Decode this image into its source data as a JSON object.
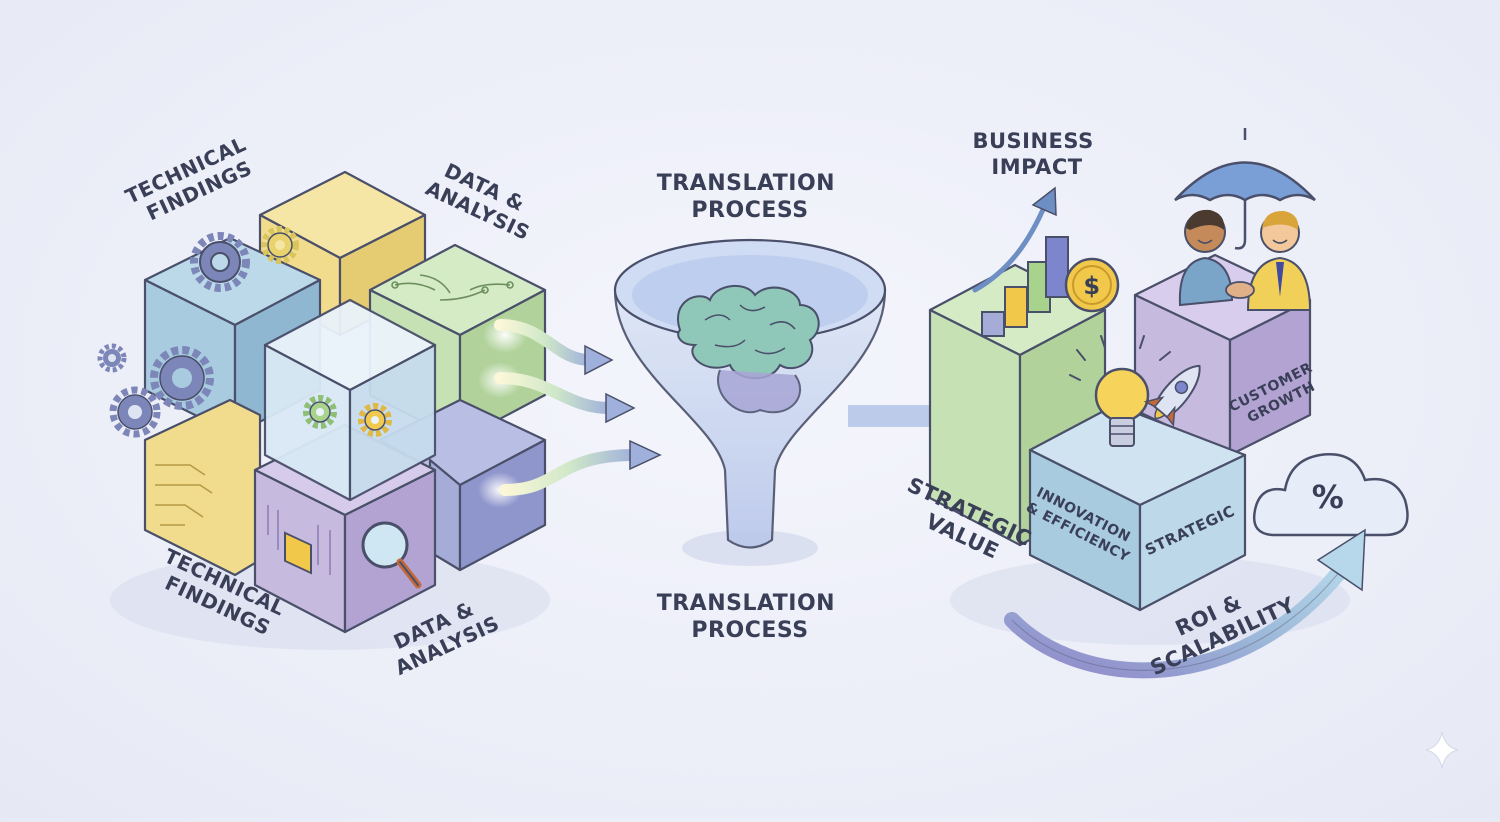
{
  "left": {
    "technical_findings_top": [
      "TECHNICAL",
      "FINDINGS"
    ],
    "data_analysis_top": [
      "DATA &",
      "ANALYSIS"
    ],
    "technical_findings_bottom": [
      "TECHNICAL",
      "FINDINGS"
    ],
    "data_analysis_bottom": [
      "DATA &",
      "ANALYSIS"
    ]
  },
  "middle": {
    "translation_top": [
      "TRANSLATION",
      "PROCESS"
    ],
    "translation_bottom": [
      "TRANSLATION",
      "PROCESS"
    ]
  },
  "right": {
    "business_impact": [
      "BUSINESS",
      "IMPACT"
    ],
    "strategic_value": [
      "STRATEGIC",
      "VALUE"
    ],
    "innovation": [
      "INNOVATION",
      "& EFFICIENCY"
    ],
    "strategic": "STRATEGIC",
    "customer_growth": [
      "CUSTOMER",
      "GROWTH"
    ],
    "roi": [
      "ROI &",
      "SCALABILITY"
    ],
    "percent": "%",
    "dollar": "$"
  },
  "colors": {
    "blue": "#a9cbe0",
    "yellow": "#f1dc8e",
    "green": "#c6e2b4",
    "purple": "#c7badf",
    "indigo": "#a6acd8",
    "outline": "#4a4f6a"
  }
}
